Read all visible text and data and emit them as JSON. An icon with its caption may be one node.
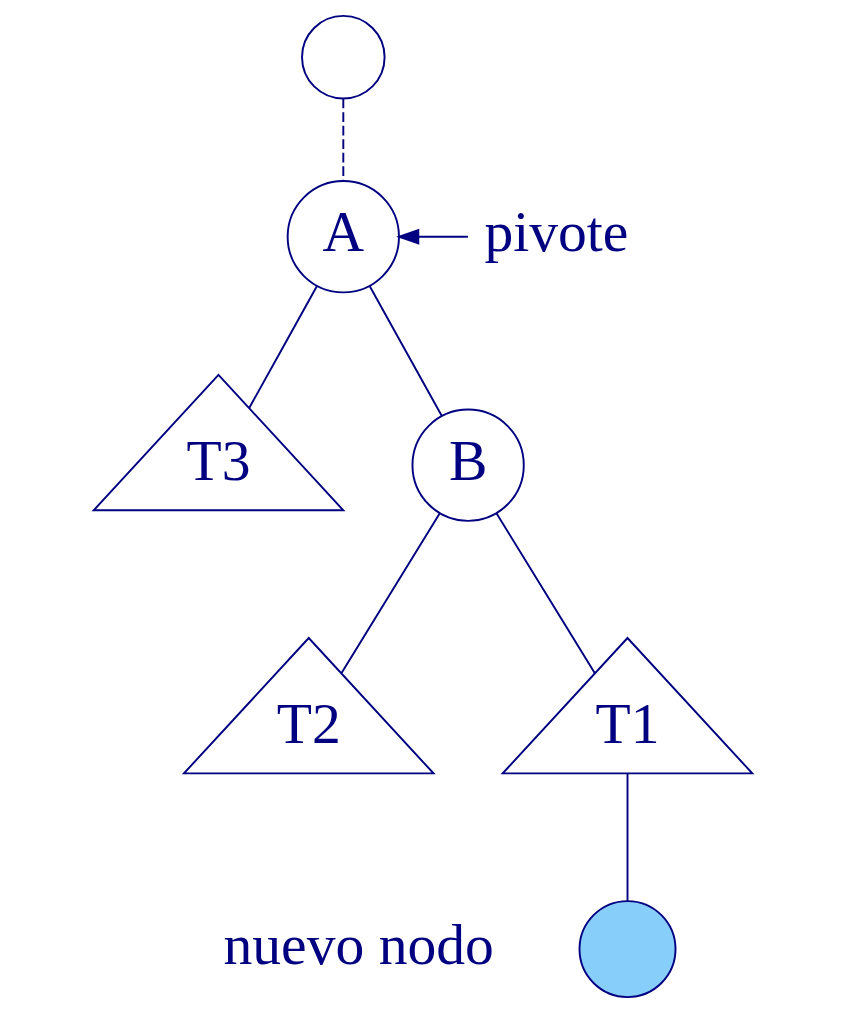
{
  "diagram": {
    "nodes": [
      {
        "text": [],
        "shape": "circle"
      },
      {
        "text": [
          "A"
        ]
      },
      {
        "text": [
          "T3"
        ]
      },
      {
        "text": [
          "B"
        ]
      },
      {
        "text": [
          "T2"
        ]
      },
      {
        "text": [
          "T1"
        ]
      },
      {
        "text": [],
        "shape": "circle",
        "beside": [
          "nuevo nodo"
        ]
      },
      {
        "text": [
          "pivote"
        ]
      }
    ],
    "edges": [
      {
        "from": 0,
        "to": 1,
        "arrow": "none",
        "style": "dashed"
      },
      {
        "from": 1,
        "to": 2,
        "arrow": "none"
      },
      {
        "from": 1,
        "to": 3,
        "arrow": "none"
      },
      {
        "from": 3,
        "to": 4,
        "arrow": "none"
      },
      {
        "from": 3,
        "to": 5,
        "arrow": "none"
      },
      {
        "from": 5,
        "to": 6,
        "arrow": "none"
      },
      {
        "from": 7,
        "to": 1,
        "arrow": "to"
      }
    ]
  }
}
